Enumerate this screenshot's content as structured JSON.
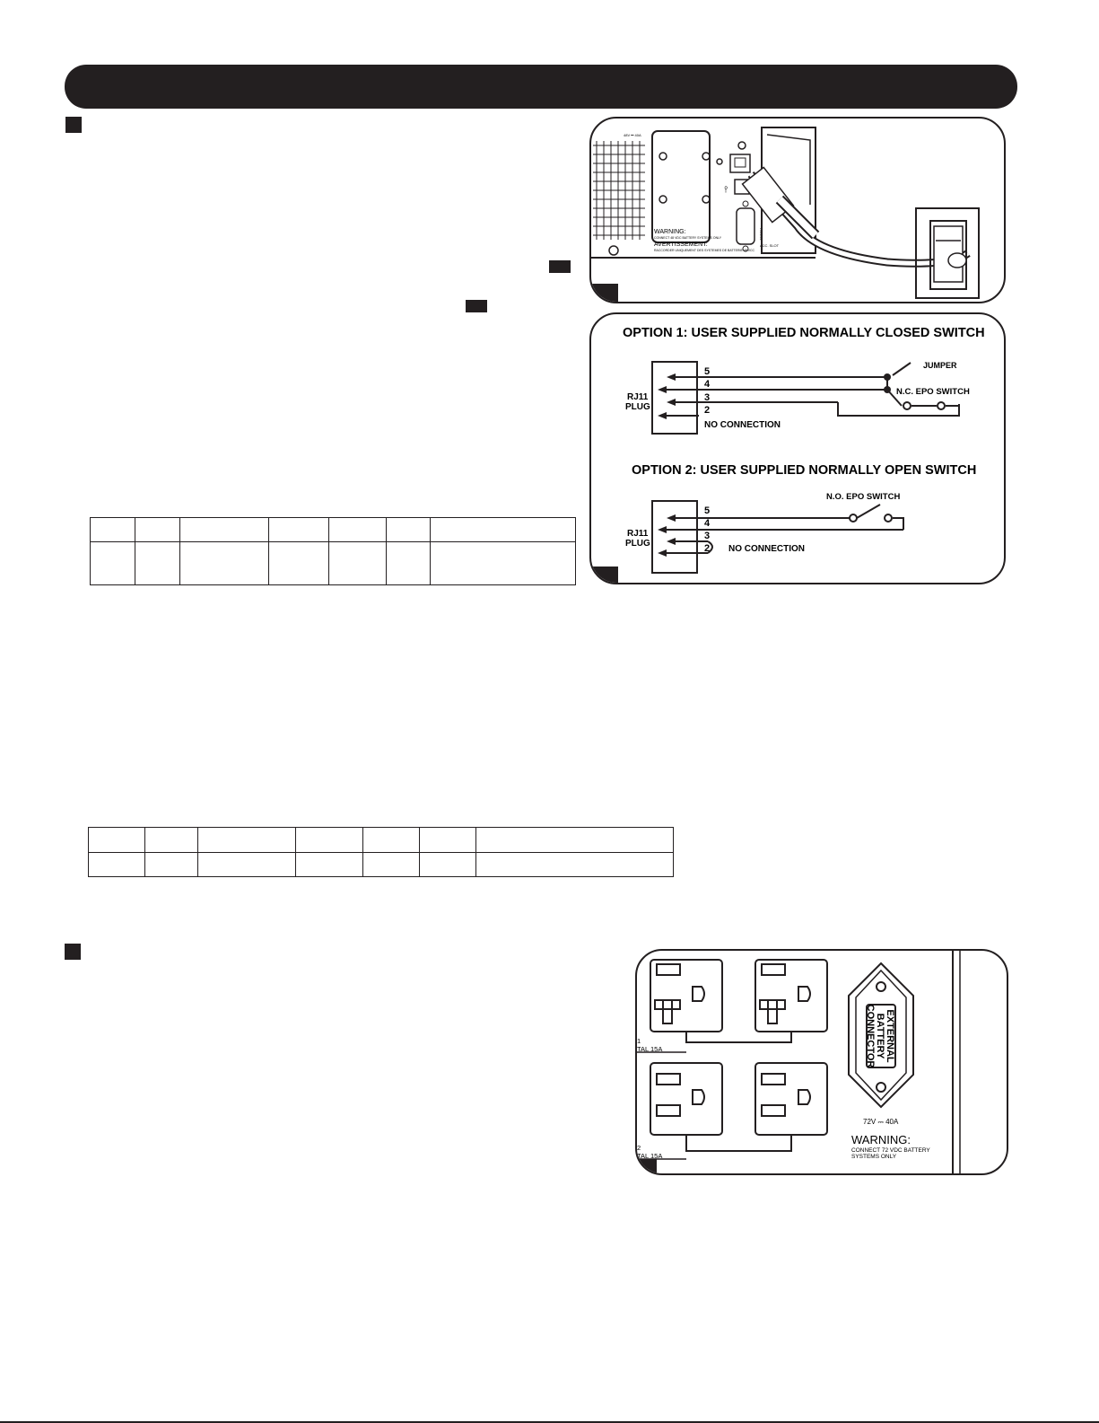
{
  "option1": {
    "title": "OPTION 1: USER SUPPLIED NORMALLY CLOSED SWITCH",
    "plug_line1": "RJ11",
    "plug_line2": "PLUG",
    "pins": [
      "5",
      "4",
      "3",
      "2"
    ],
    "jumper_label": "JUMPER",
    "switch_label": "N.C. EPO SWITCH",
    "no_connection": "NO CONNECTION"
  },
  "option2": {
    "title": "OPTION 2: USER SUPPLIED NORMALLY OPEN SWITCH",
    "plug_line1": "RJ11",
    "plug_line2": "PLUG",
    "pins": [
      "5",
      "4",
      "3",
      "2"
    ],
    "switch_label": "N.O. EPO SWITCH",
    "no_connection": "NO CONNECTION"
  },
  "rear_panel_figure": {
    "warning": "WARNING:",
    "warning_note": "CONNECT 48 VDC BATTERY SYSTEMS ONLY",
    "avertissement": "AVERTISSEMENT:",
    "avertissement_note": "RACCORDER UNIQUEMENT DES SYSTEMES DE BATTERIE 48 VCC",
    "rating": "48V ⎓ 40A",
    "slot_label": "ACC. SLOT",
    "port_label": "RS-232"
  },
  "outlet_figure": {
    "connector_line1": "EXTERNAL",
    "connector_line2": "BATTERY",
    "connector_line3": "CONNECTOR",
    "rating": "72V ⎓ 40A",
    "warning": "WARNING:",
    "warning_line1": "CONNECT 72 VDC BATTERY",
    "warning_line2": "SYSTEMS ONLY",
    "load1_line1": "1",
    "load1_line2": "TAL 15A",
    "load2_line1": "2",
    "load2_line2": "TAL 15A"
  }
}
